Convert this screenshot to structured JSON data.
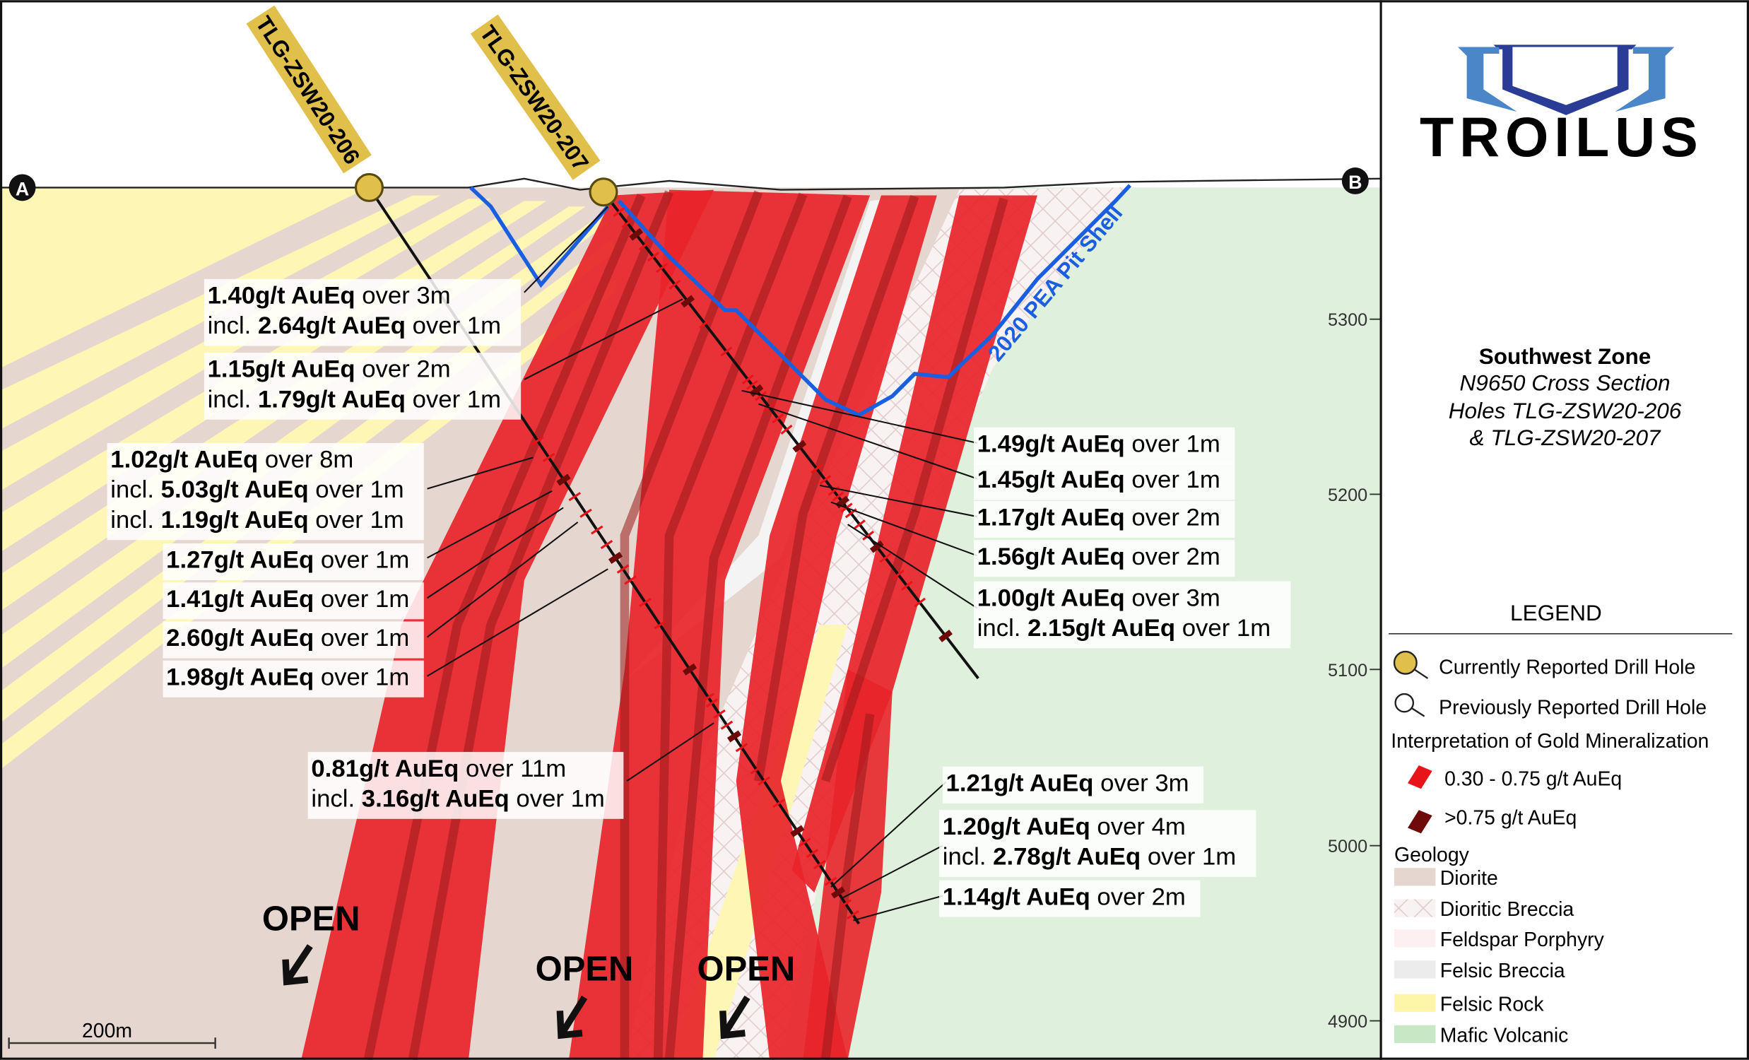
{
  "logo": {
    "name": "TROILUS",
    "primary_color": "#2a3c96",
    "secondary_color": "#4a86c8"
  },
  "title": {
    "zone": "Southwest Zone",
    "lines": [
      "N9650 Cross Section",
      "Holes TLG-ZSW20-206",
      "& TLG-ZSW20-207"
    ]
  },
  "section_markers": {
    "start": "A",
    "end": "B"
  },
  "drill_holes": [
    {
      "name": "TLG-ZSW20-206",
      "status": "Currently Reported"
    },
    {
      "name": "TLG-ZSW20-207",
      "status": "Currently Reported"
    }
  ],
  "pit_shell": {
    "label": "2020 PEA Pit Shell",
    "color": "#1a5fe0"
  },
  "elevations": [
    "5300",
    "5200",
    "5100",
    "5000",
    "4900"
  ],
  "scale_bar": "200m",
  "open_labels": [
    "OPEN",
    "OPEN",
    "OPEN"
  ],
  "intercepts": [
    {
      "lines": [
        {
          "pre": "",
          "value": "1.40g/t AuEq",
          "post": " over 3m"
        },
        {
          "pre": "incl. ",
          "value": "2.64g/t AuEq",
          "post": " over 1m"
        }
      ]
    },
    {
      "lines": [
        {
          "pre": "",
          "value": "1.15g/t AuEq",
          "post": " over 2m"
        },
        {
          "pre": "incl. ",
          "value": "1.79g/t AuEq",
          "post": " over 1m"
        }
      ]
    },
    {
      "lines": [
        {
          "pre": "",
          "value": "1.02g/t AuEq",
          "post": " over 8m"
        },
        {
          "pre": "incl. ",
          "value": "5.03g/t AuEq",
          "post": " over 1m"
        },
        {
          "pre": "incl. ",
          "value": "1.19g/t AuEq",
          "post": " over 1m"
        }
      ]
    },
    {
      "lines": [
        {
          "pre": "",
          "value": "1.27g/t AuEq",
          "post": " over 1m"
        }
      ]
    },
    {
      "lines": [
        {
          "pre": "",
          "value": "1.41g/t AuEq",
          "post": " over 1m"
        }
      ]
    },
    {
      "lines": [
        {
          "pre": "",
          "value": "2.60g/t AuEq",
          "post": " over 1m"
        }
      ]
    },
    {
      "lines": [
        {
          "pre": "",
          "value": "1.98g/t AuEq",
          "post": " over 1m"
        }
      ]
    },
    {
      "lines": [
        {
          "pre": "",
          "value": "0.81g/t AuEq",
          "post": " over 11m"
        },
        {
          "pre": "incl. ",
          "value": "3.16g/t AuEq",
          "post": " over 1m"
        }
      ]
    },
    {
      "lines": [
        {
          "pre": "",
          "value": "1.49g/t AuEq",
          "post": " over 1m"
        }
      ]
    },
    {
      "lines": [
        {
          "pre": "",
          "value": "1.45g/t AuEq",
          "post": " over 1m"
        }
      ]
    },
    {
      "lines": [
        {
          "pre": "",
          "value": "1.17g/t AuEq",
          "post": " over 2m"
        }
      ]
    },
    {
      "lines": [
        {
          "pre": "",
          "value": "1.56g/t AuEq",
          "post": " over 2m"
        }
      ]
    },
    {
      "lines": [
        {
          "pre": "",
          "value": "1.00g/t AuEq",
          "post": " over 3m"
        },
        {
          "pre": "incl. ",
          "value": "2.15g/t AuEq",
          "post": " over 1m"
        }
      ]
    },
    {
      "lines": [
        {
          "pre": "",
          "value": "1.21g/t AuEq",
          "post": " over 3m"
        }
      ]
    },
    {
      "lines": [
        {
          "pre": "",
          "value": "1.20g/t AuEq",
          "post": " over 4m"
        },
        {
          "pre": "incl. ",
          "value": "2.78g/t AuEq",
          "post": " over 1m"
        }
      ]
    },
    {
      "lines": [
        {
          "pre": "",
          "value": "1.14g/t AuEq",
          "post": " over 2m"
        }
      ]
    }
  ],
  "legend": {
    "title": "LEGEND",
    "drill_holes": [
      {
        "label": "Currently Reported Drill Hole",
        "color": "#e0c04a"
      },
      {
        "label": "Previously Reported Drill Hole",
        "color": "#ffffff"
      }
    ],
    "mineralization_title": "Interpretation of Gold Mineralization",
    "mineralization": [
      {
        "label": "0.30 - 0.75 g/t AuEq",
        "color": "#e8141a"
      },
      {
        "label": ">0.75 g/t AuEq",
        "color": "#6e0a0a"
      }
    ],
    "geology_title": "Geology",
    "geology": [
      {
        "label": "Diorite",
        "color": "#e6d6d0"
      },
      {
        "label": "Dioritic Breccia",
        "color": "#f8eeee"
      },
      {
        "label": "Feldspar Porphyry",
        "color": "#fcf0f0"
      },
      {
        "label": "Felsic Breccia",
        "color": "#ececec"
      },
      {
        "label": "Felsic Rock",
        "color": "#fdf6a8"
      },
      {
        "label": "Mafic Volcanic",
        "color": "#c6e8c4"
      }
    ]
  }
}
